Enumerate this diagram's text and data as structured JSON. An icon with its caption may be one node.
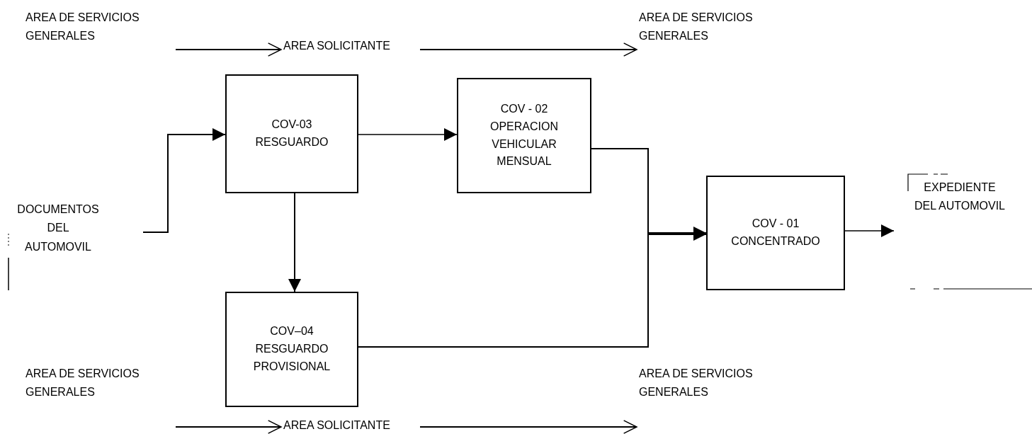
{
  "diagram": {
    "nodes": [
      {
        "text": [
          "AREA DE SERVICIOS GENERALES"
        ]
      },
      {
        "text": [
          "AREA SOLICITANTE"
        ]
      },
      {
        "text": [
          "AREA DE SERVICIOS GENERALES"
        ]
      },
      {
        "text": [
          "COV-03 RESGUARDO"
        ]
      },
      {
        "text": [
          "COV - 02 OPERACION VEHICULAR MENSUAL"
        ]
      },
      {
        "text": [
          "DOCUMENTOS DEL AUTOMOVIL"
        ]
      },
      {
        "text": [
          "COV - 01 CONCENTRADO"
        ]
      },
      {
        "text": [
          "EXPEDIENTE DEL AUTOMOVIL"
        ]
      },
      {
        "text": [
          "COV–04 RESGUARDO PROVISIONAL"
        ]
      },
      {
        "text": [
          "AREA DE SERVICIOS GENERALES"
        ]
      },
      {
        "text": [
          "AREA SOLICITANTE"
        ]
      },
      {
        "text": [
          "AREA DE SERVICIOS GENERALES"
        ]
      }
    ],
    "edges": [
      {
        "from": 0,
        "to": 1,
        "arrow": "to"
      },
      {
        "from": 1,
        "to": 2,
        "arrow": "to"
      },
      {
        "from": 5,
        "to": 3,
        "arrow": "to"
      },
      {
        "from": 3,
        "to": 4,
        "arrow": "to"
      },
      {
        "from": 3,
        "to": 8,
        "arrow": "to"
      },
      {
        "from": 4,
        "to": 6,
        "arrow": "to"
      },
      {
        "from": 8,
        "to": 6,
        "arrow": "to"
      },
      {
        "from": 6,
        "to": 7,
        "arrow": "to"
      },
      {
        "from": 9,
        "to": 10,
        "arrow": "to"
      },
      {
        "from": 10,
        "to": 11,
        "arrow": "to"
      }
    ]
  }
}
